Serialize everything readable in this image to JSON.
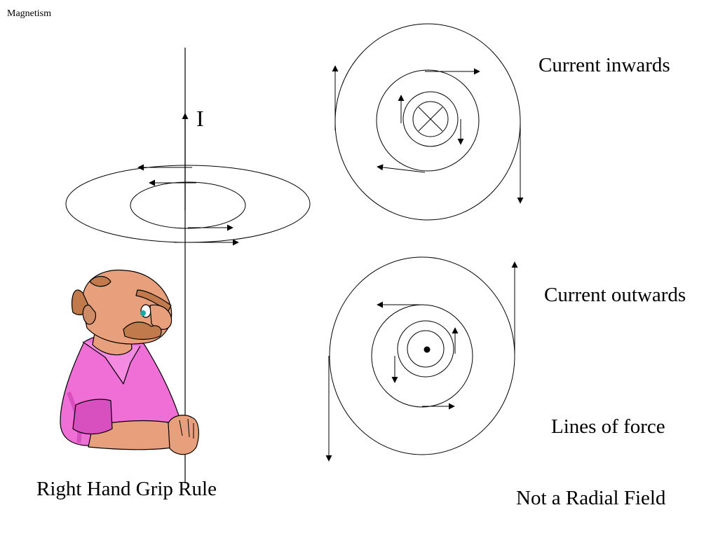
{
  "header": {
    "topic": "Magnetism"
  },
  "wire_diagram": {
    "current_symbol": "I",
    "caption": "Right Hand Grip Rule"
  },
  "inward_diagram": {
    "label": "Current inwards"
  },
  "outward_diagram": {
    "label": "Current outwards"
  },
  "notes": {
    "lines_of_force": "Lines of force",
    "not_radial": "Not a Radial Field"
  },
  "colors": {
    "ink": "#000000",
    "shirt": "#f06fd6",
    "shirt_shadow": "#d84fc0",
    "skin": "#e8a07c",
    "skin_shadow": "#cf8a66",
    "hair": "#c07a4c",
    "eye": "#1fa6a0"
  },
  "icons": {
    "figure": "thinking-man-clipart",
    "inward_marker": "cross-in-circle-icon",
    "outward_marker": "dot-in-circle-icon"
  }
}
